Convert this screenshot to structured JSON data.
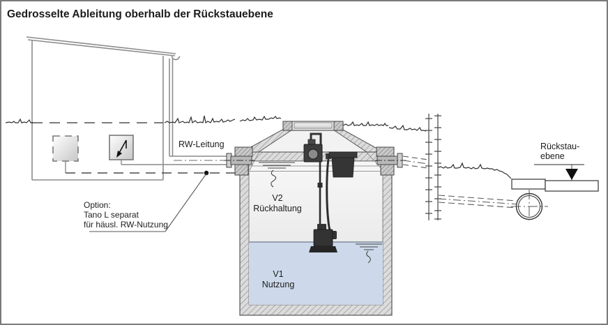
{
  "title": "Gedrosselte Ableitung oberhalb der Rückstauebene",
  "pipes": {
    "rw_label": "RW-Leitung"
  },
  "option": {
    "line1": "Option:",
    "line2": "Tano L separat",
    "line3": "für häusl. RW-Nutzung"
  },
  "tank": {
    "v2_code": "V2",
    "v2_label": "Rückhaltung",
    "v1_code": "V1",
    "v1_label": "Nutzung"
  },
  "backflow": {
    "line1": "Rückstau-",
    "line2": "ebene"
  },
  "colors": {
    "water": "#cdd9ea",
    "water_line": "#6b7b8c",
    "equipment": "#333333",
    "wall_fill": "#dcdcdc",
    "line": "#444444",
    "background": "#ffffff"
  }
}
